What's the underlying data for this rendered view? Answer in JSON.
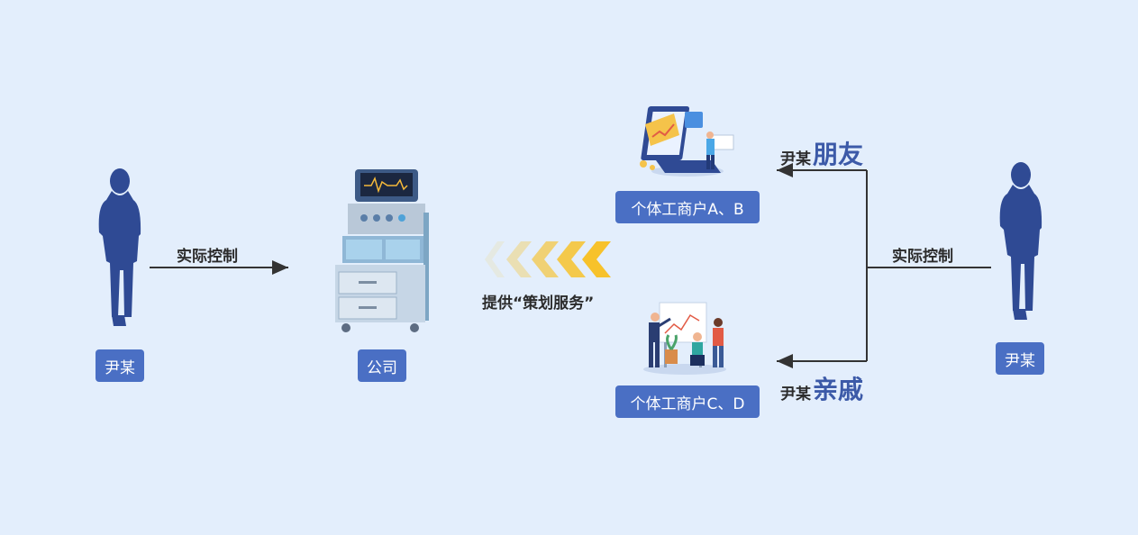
{
  "left_person": {
    "label": "尹某"
  },
  "left_control": "实际控制",
  "company": {
    "label": "公司"
  },
  "service": "提供“策划服务”",
  "businesses": [
    {
      "label": "个体工商户A、B"
    },
    {
      "label": "个体工商户C、D"
    }
  ],
  "relations": {
    "friends": {
      "prefix": "尹某",
      "main": "朋友"
    },
    "relatives": {
      "prefix": "尹某",
      "main": "亲戚"
    }
  },
  "right_control": "实际控制",
  "right_person": {
    "label": "尹某"
  },
  "colors": {
    "background": "#e3eefc",
    "label_bg": "#4a6fc4",
    "silhouette": "#2f4a94",
    "chevron": "#f7c22b",
    "accent_text": "#3c5aa8"
  }
}
